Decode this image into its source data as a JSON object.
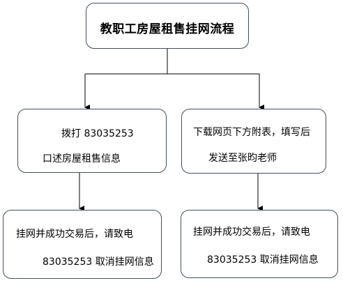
{
  "title": "教职工房屋租售挂网流程",
  "left_branch": {
    "step1": {
      "line1": "拨打 83035253",
      "line2": "口述房屋租售信息"
    },
    "step2": {
      "line1": "挂网并成功交易后，请致电",
      "line2": "83035253 取消挂网信息"
    }
  },
  "right_branch": {
    "step1": {
      "line1": "下载网页下方附表，填写后",
      "line2": "发送至张昀老师"
    },
    "step2": {
      "line1": "挂网并成功交易后，请致电",
      "line2": "83035253 取消挂网信息"
    }
  },
  "colors": {
    "box_border": "#3f4f63",
    "connector": "#000000"
  }
}
